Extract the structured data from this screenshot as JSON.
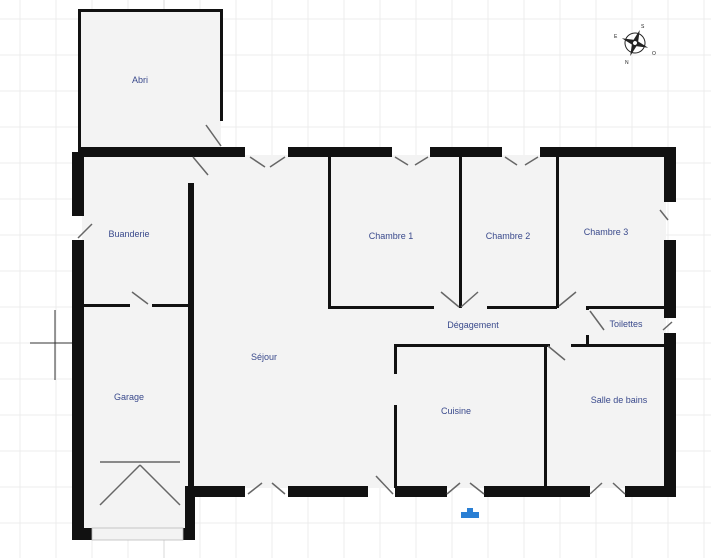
{
  "plan": {
    "rooms": [
      {
        "id": "abri",
        "label": "Abri"
      },
      {
        "id": "buanderie",
        "label": "Buanderie"
      },
      {
        "id": "garage",
        "label": "Garage"
      },
      {
        "id": "sejour",
        "label": "Séjour"
      },
      {
        "id": "chambre1",
        "label": "Chambre 1"
      },
      {
        "id": "chambre2",
        "label": "Chambre 2"
      },
      {
        "id": "chambre3",
        "label": "Chambre 3"
      },
      {
        "id": "degagement",
        "label": "Dégagement"
      },
      {
        "id": "toilettes",
        "label": "Toilettes"
      },
      {
        "id": "cuisine",
        "label": "Cuisine"
      },
      {
        "id": "salle_de_bains",
        "label": "Salle de bains"
      }
    ],
    "compass": {
      "icon": "compass-rose-icon",
      "letters": [
        "S",
        "O",
        "N",
        "E"
      ]
    },
    "entrance_marker": {
      "icon": "entrance-marker-icon",
      "color": "#2a7fd4"
    },
    "colors": {
      "wall": "#111111",
      "floor": "#f3f3f3",
      "label": "#3a4a8c"
    }
  }
}
